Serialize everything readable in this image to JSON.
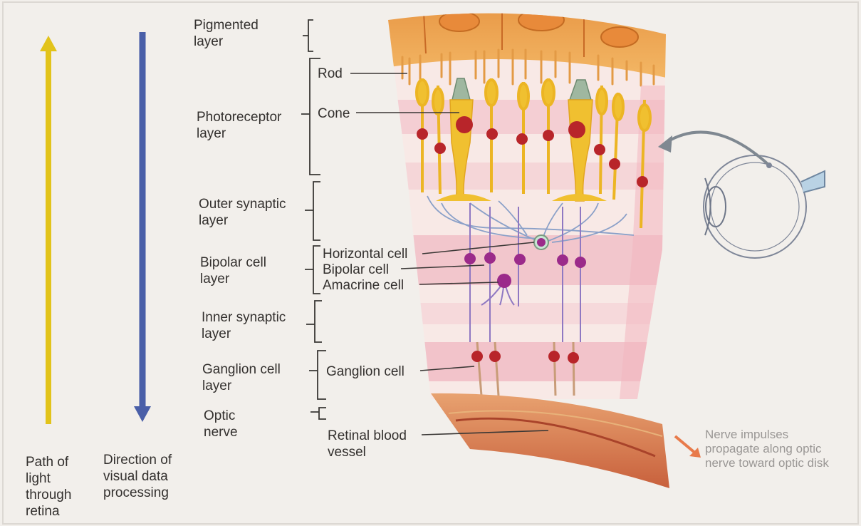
{
  "arrows": {
    "light": {
      "label": "Path of light through retina",
      "color": "#e2c31a"
    },
    "processing": {
      "label": "Direction of visual data processing",
      "color": "#4a5fa8"
    }
  },
  "layers": [
    {
      "label": "Pigmented layer"
    },
    {
      "label": "Photoreceptor layer"
    },
    {
      "label": "Outer synaptic layer"
    },
    {
      "label": "Bipolar cell layer"
    },
    {
      "label": "Inner synaptic layer"
    },
    {
      "label": "Ganglion cell layer"
    },
    {
      "label": "Optic nerve"
    }
  ],
  "cells": {
    "rod": "Rod",
    "cone": "Cone",
    "horizontal": "Horizontal cell",
    "bipolar": "Bipolar cell",
    "amacrine": "Amacrine cell",
    "ganglion": "Ganglion cell",
    "vessel": "Retinal blood vessel"
  },
  "note": "Nerve impulses propagate along optic nerve toward optic disk",
  "colors": {
    "pigment": "#e9a04a",
    "photoreceptor": "#f0c030",
    "nucleus": "#b8252a",
    "bipolar": "#9b2a8a",
    "band": "#f3c9cf",
    "nerve_arrow": "#e87a4a"
  }
}
